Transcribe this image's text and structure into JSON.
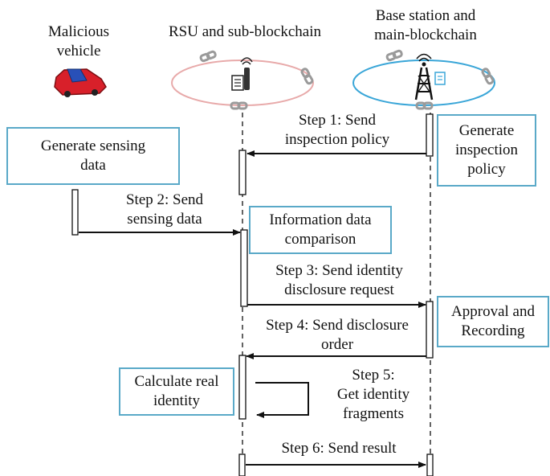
{
  "actors": {
    "vehicle": "Malicious\nvehicle",
    "rsu": "RSU and sub-blockchain",
    "base": "Base station and\nmain-blockchain"
  },
  "boxes": {
    "generate_sensing": "Generate sensing\ndata",
    "generate_policy": "Generate\ninspection\npolicy",
    "info_comparison": "Information data\ncomparison",
    "approval": "Approval and\nRecording",
    "calculate_identity": "Calculate real\nidentity"
  },
  "steps": {
    "step1": "Step 1: Send\ninspection policy",
    "step2": "Step 2: Send\nsensing data",
    "step3": "Step 3: Send identity\ndisclosure request",
    "step4": "Step 4: Send disclosure\norder",
    "step5": "Step 5:\nGet identity\nfragments",
    "step6": "Step 6: Send result"
  },
  "colors": {
    "box_border": "#5aa9c8",
    "rsu_ring": "#e8aaaa",
    "base_ring": "#3aa6d8",
    "vehicle": "#d8202a",
    "vehicle_accent": "#2850b8",
    "chain": "#9a9a9a"
  },
  "icons": {
    "vehicle": "car-icon",
    "rsu": "rsu-antenna-icon",
    "base": "base-station-tower-icon",
    "chain": "chain-link-icon"
  }
}
